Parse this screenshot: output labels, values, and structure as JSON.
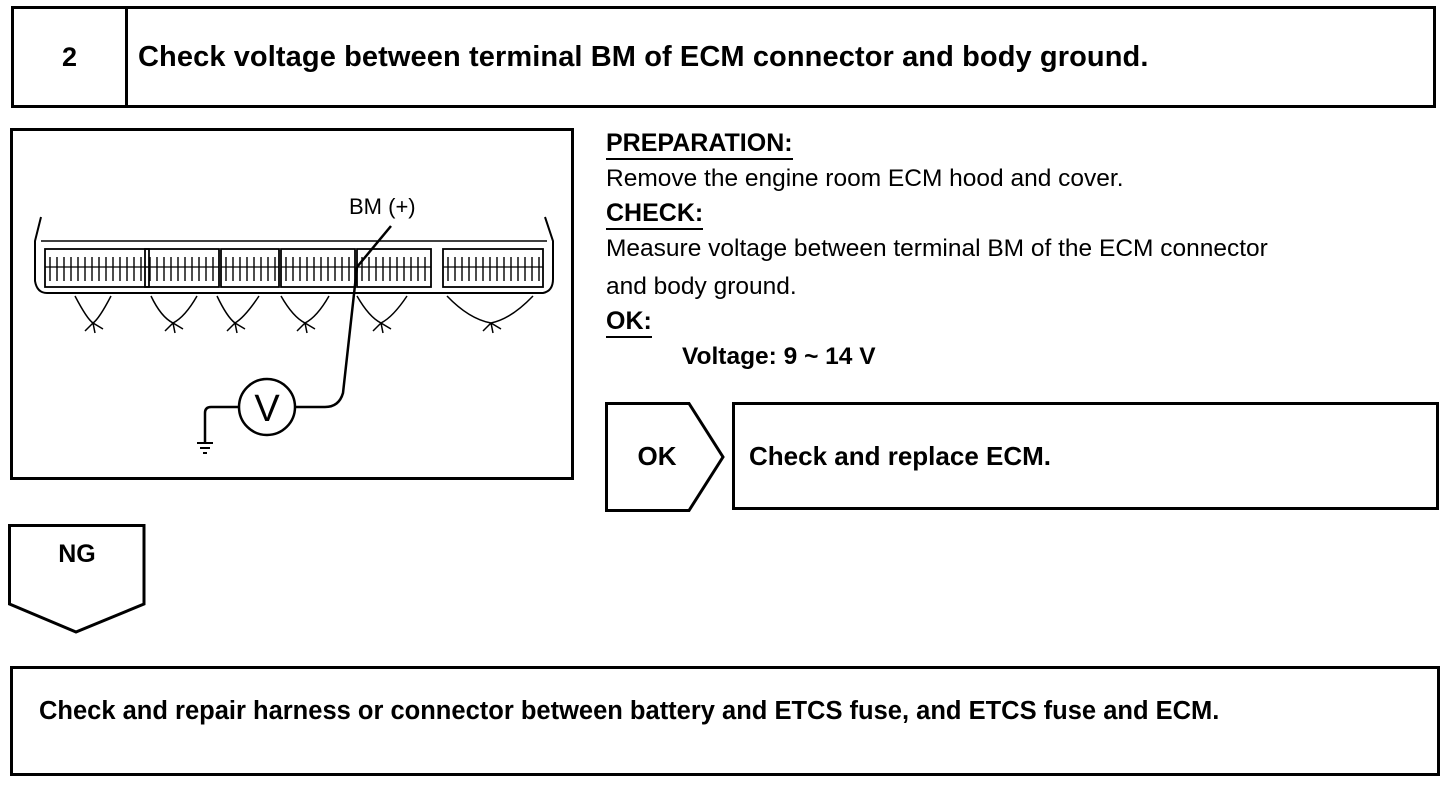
{
  "step": {
    "number": "2",
    "title": "Check voltage between terminal BM of ECM connector and body ground."
  },
  "figure": {
    "terminal_label": "BM (+)",
    "meter_symbol": "V",
    "connector_count": 6
  },
  "instructions": {
    "preparation_heading": "PREPARATION:",
    "preparation_text": "Remove the engine room ECM hood and cover.",
    "check_heading": "CHECK:",
    "check_text_line1": "Measure voltage between terminal BM of the ECM connector",
    "check_text_line2": "and body ground.",
    "ok_heading": "OK:",
    "ok_spec": "Voltage: 9 ~ 14 V"
  },
  "ok_branch": {
    "label": "OK",
    "result": "Check and replace ECM."
  },
  "ng_branch": {
    "label": "NG"
  },
  "next_step": {
    "text": "Check and repair harness or connector between battery and ETCS fuse, and ETCS fuse and ECM."
  }
}
